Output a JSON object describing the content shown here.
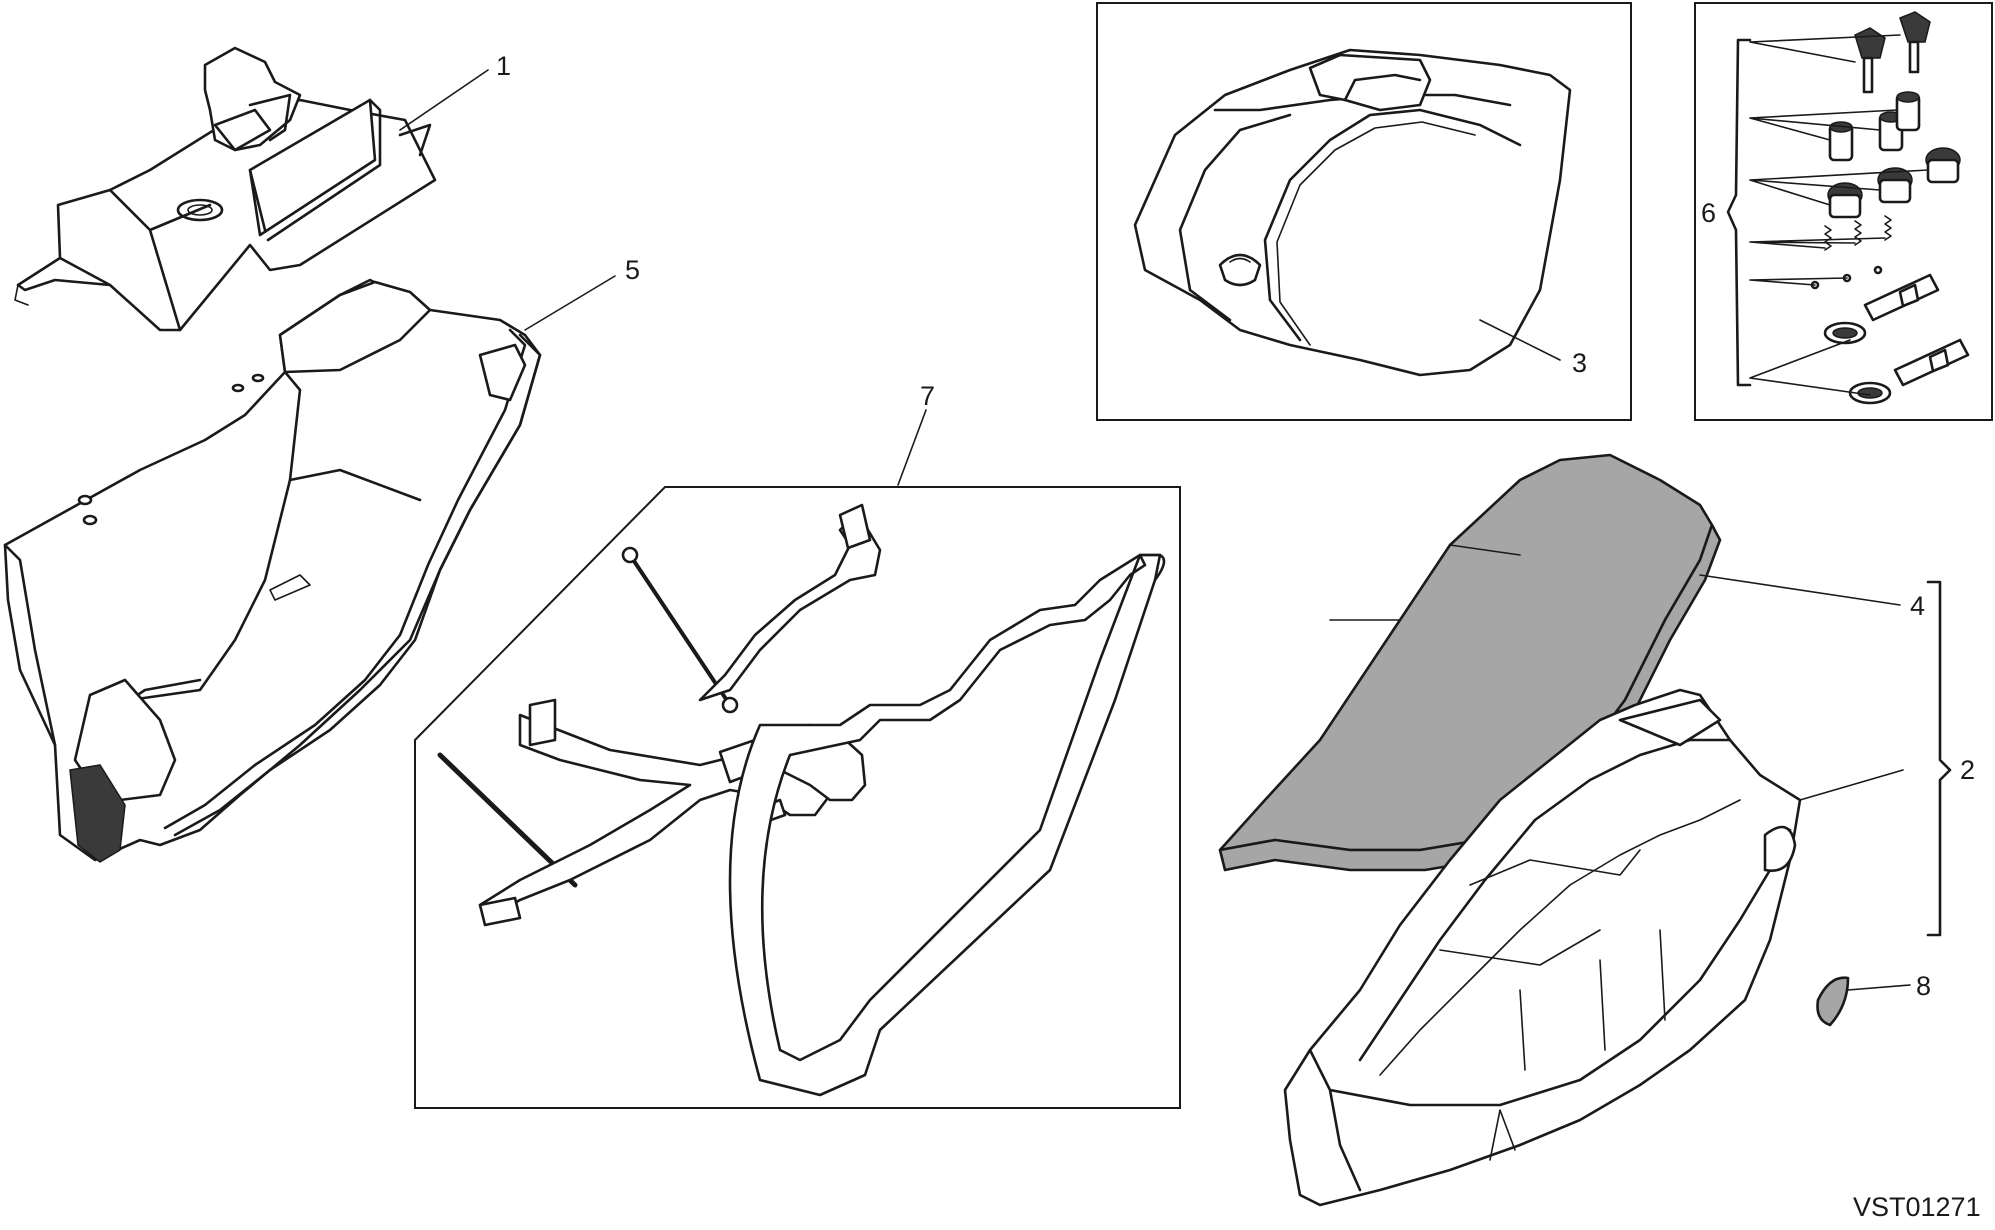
{
  "drawing_code": "VST01271",
  "callouts": [
    {
      "id": "1",
      "label": "1"
    },
    {
      "id": "2",
      "label": "2"
    },
    {
      "id": "3",
      "label": "3"
    },
    {
      "id": "4",
      "label": "4"
    },
    {
      "id": "5",
      "label": "5"
    },
    {
      "id": "6",
      "label": "6"
    },
    {
      "id": "7",
      "label": "7"
    },
    {
      "id": "8",
      "label": "8"
    }
  ]
}
